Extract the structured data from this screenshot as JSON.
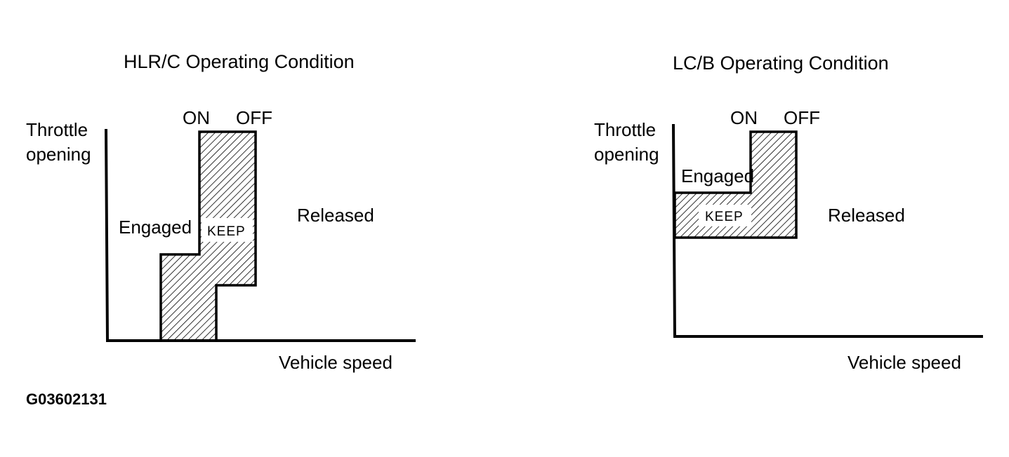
{
  "figure_code": "G03602131",
  "diagrams": [
    {
      "id": "hlrc",
      "title": "HLR/C Operating Condition",
      "y_axis_label_line1": "Throttle",
      "y_axis_label_line2": "opening",
      "x_axis_label": "Vehicle speed",
      "on_label": "ON",
      "off_label": "OFF",
      "engaged_label": "Engaged",
      "released_label": "Released",
      "keep_label": "KEEP"
    },
    {
      "id": "lcb",
      "title": "LC/B Operating Condition",
      "y_axis_label_line1": "Throttle",
      "y_axis_label_line2": "opening",
      "x_axis_label": "Vehicle speed",
      "on_label": "ON",
      "off_label": "OFF",
      "engaged_label": "Engaged",
      "released_label": "Released",
      "keep_label": "KEEP"
    }
  ]
}
